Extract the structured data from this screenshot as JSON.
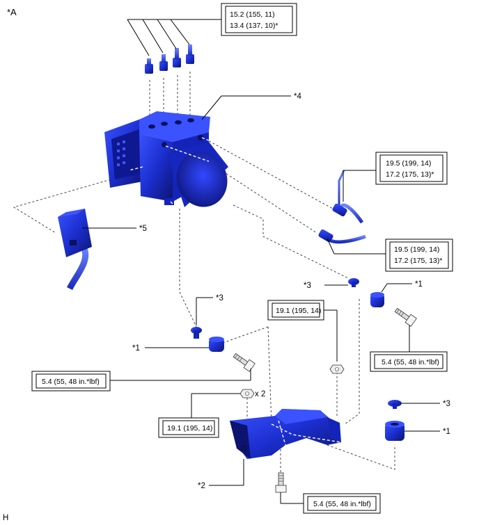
{
  "corner_label": "*A",
  "footer_code": "H",
  "torque": {
    "brake_lines_top_1": "15.2 (155, 11)",
    "brake_lines_top_2": "13.4 (137, 10)*",
    "brake_line_right_a_1": "19.5 (199, 14)",
    "brake_line_right_a_2": "17.2 (175, 13)*",
    "brake_line_right_b_1": "19.5 (199, 14)",
    "brake_line_right_b_2": "17.2 (175, 13)*",
    "nut_center": "19.1 (195, 14)",
    "nut_left": "19.1 (195, 14)",
    "bolt_left": "5.4 (55, 48 in.*lbf)",
    "bolt_right": "5.4 (55, 48 in.*lbf)",
    "bolt_bottom": "5.4 (55, 48 in.*lbf)"
  },
  "callouts": {
    "actuator": "*4",
    "connector": "*5",
    "cushion_upper_left": "*3",
    "grommet_upper_left": "*1",
    "cushion_upper_right": "*3",
    "grommet_upper_right": "*1",
    "cushion_lower_right": "*3",
    "grommet_lower_right": "*1",
    "bracket": "*2"
  },
  "quantity_note": "x 2",
  "colors": {
    "part_blue": "#1c2fd0",
    "part_dark": "#0c1470",
    "line": "#000000"
  }
}
